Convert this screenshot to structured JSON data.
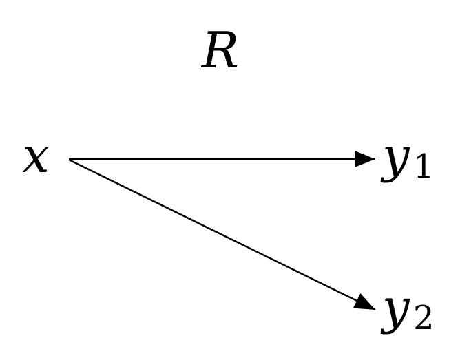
{
  "diagram": {
    "title": "R",
    "nodes": {
      "x": {
        "label": "x"
      },
      "y1": {
        "label": "y",
        "subscript": "1"
      },
      "y2": {
        "label": "y",
        "subscript": "2"
      }
    },
    "edges": [
      {
        "from": "x",
        "to": "y1"
      },
      {
        "from": "x",
        "to": "y2"
      }
    ],
    "color": "#000000"
  }
}
